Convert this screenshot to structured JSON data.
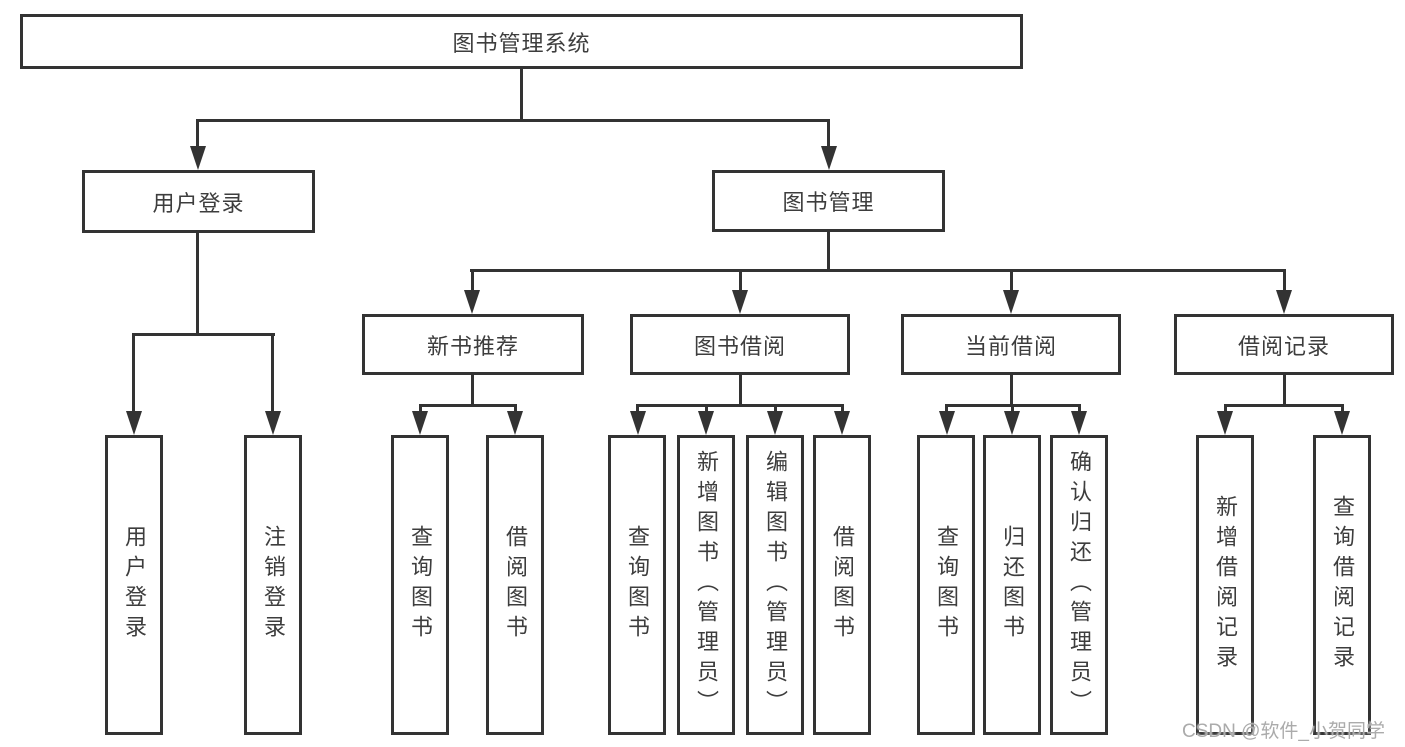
{
  "diagram": {
    "title": "图书管理系统",
    "root": {
      "label": "图书管理系统"
    },
    "branches": [
      {
        "label": "用户登录",
        "children": [
          {
            "label": "用户登录"
          },
          {
            "label": "注销登录"
          }
        ]
      },
      {
        "label": "图书管理",
        "sections": [
          {
            "label": "新书推荐",
            "children": [
              {
                "label": "查询图书"
              },
              {
                "label": "借阅图书"
              }
            ]
          },
          {
            "label": "图书借阅",
            "children": [
              {
                "label": "查询图书"
              },
              {
                "label": "新增图书（管理员）"
              },
              {
                "label": "编辑图书（管理员）"
              },
              {
                "label": "借阅图书"
              }
            ]
          },
          {
            "label": "当前借阅",
            "children": [
              {
                "label": "查询图书"
              },
              {
                "label": "归还图书"
              },
              {
                "label": "确认归还（管理员）"
              }
            ]
          },
          {
            "label": "借阅记录",
            "children": [
              {
                "label": "新增借阅记录"
              },
              {
                "label": "查询借阅记录"
              }
            ]
          }
        ]
      }
    ]
  },
  "watermark": {
    "text": "CSDN @软件_小贺同学"
  },
  "colors": {
    "line": "#333333",
    "text": "#3d3d3d",
    "background": "#ffffff",
    "watermark": "#ababab"
  }
}
